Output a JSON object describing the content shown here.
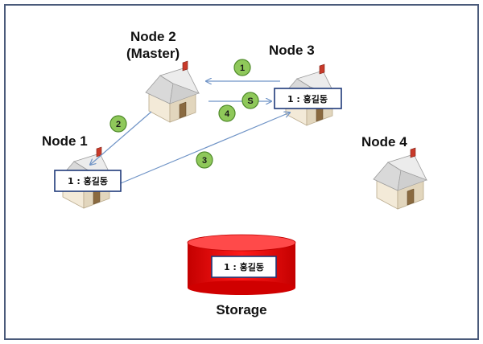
{
  "nodes": [
    {
      "label": "Node 1",
      "record": "1 : 홍길동"
    },
    {
      "label": "Node 2",
      "sublabel": "(Master)"
    },
    {
      "label": "Node 3",
      "record": "1 : 홍길동"
    },
    {
      "label": "Node 4"
    }
  ],
  "storage": {
    "label": "Storage",
    "record": "1 : 홍길동"
  },
  "steps": [
    "1",
    "2",
    "3",
    "4",
    "S"
  ],
  "colors": {
    "frame": "#4a5a7a",
    "arrow": "#6f93c6",
    "step_fill": "#8fc85a",
    "step_stroke": "#4f8a2a",
    "record_border": "#1f3a7a",
    "storage": "#ff0000",
    "storage_top": "#ff5050"
  }
}
